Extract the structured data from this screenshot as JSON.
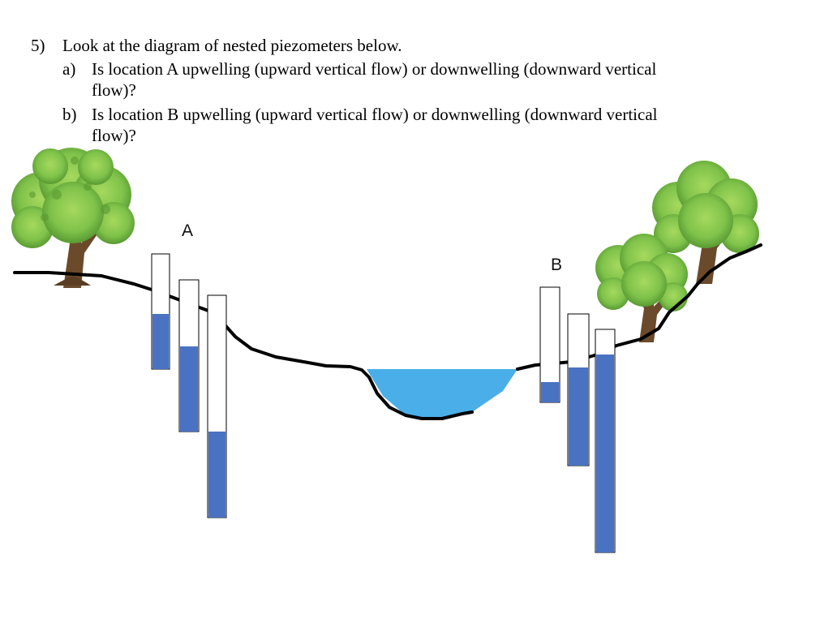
{
  "question": {
    "number": "5)",
    "prompt": "Look at the diagram of nested piezometers below.",
    "parts": [
      {
        "label": "a)",
        "line1": "Is location A upwelling (upward vertical flow) or downwelling (downward vertical",
        "line2": "flow)?"
      },
      {
        "label": "b)",
        "line1": "Is location B upwelling (upward vertical flow) or downwelling (downward vertical",
        "line2": "flow)?"
      }
    ]
  },
  "diagram": {
    "location_a_label": "A",
    "location_b_label": "B",
    "colors": {
      "ground": "#000000",
      "piezometer_water": "#4a72c2",
      "stream_water": "#4aaee8",
      "tree_foliage": "#7fc24a",
      "tree_trunk": "#6b4a2b"
    }
  }
}
